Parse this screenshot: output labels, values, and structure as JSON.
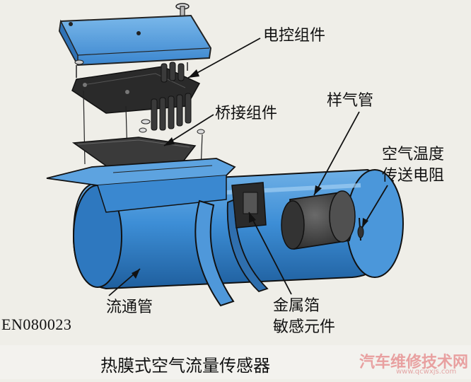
{
  "diagram": {
    "labels": {
      "control_module": "电控组件",
      "bridge_module": "桥接组件",
      "sample_tube": "样气管",
      "air_temp_resistor_line1": "空气温度",
      "air_temp_resistor_line2": "传送电阻",
      "flow_tube": "流通管",
      "foil_element_line1": "金属箔",
      "foil_element_line2": "敏感元件"
    },
    "figure_code": "EN080023",
    "caption": "热膜式空气流量传感器",
    "watermark": {
      "text": "汽车维修技术网",
      "url": "www.qcwxjs.com"
    },
    "colors": {
      "blue_body": "#3d8ed6",
      "blue_light": "#6fb0e6",
      "blue_dark": "#1f5f9e",
      "dark_part": "#2b2b2b",
      "background": "#efeee8"
    }
  }
}
